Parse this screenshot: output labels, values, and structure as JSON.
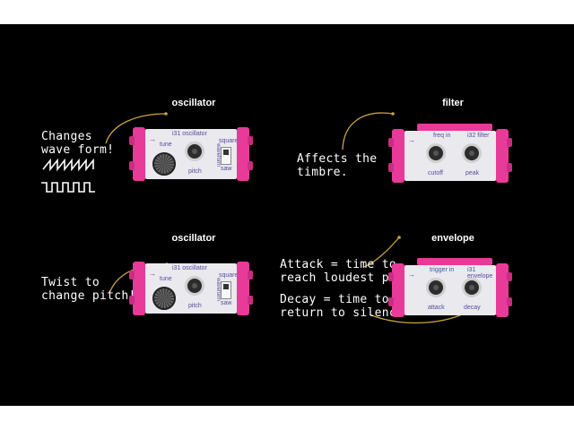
{
  "panels": [
    {
      "title": "oscillator",
      "module": {
        "name": "i31 oscillator",
        "knob": "pitch",
        "wheel": "tune",
        "switch_top": "square",
        "switch_bottom": "saw",
        "switch_side": "waveform"
      },
      "note": "Changes\nwave form!"
    },
    {
      "title": "filter",
      "module": {
        "name": "i32 filter",
        "knob1": "cutoff",
        "knob2": "peak",
        "top": "freq in"
      },
      "note": "Affects the\ntimbre."
    },
    {
      "title": "oscillator",
      "module": {
        "name": "i31 oscillator",
        "knob": "pitch",
        "wheel": "tune",
        "switch_top": "square",
        "switch_bottom": "saw",
        "switch_side": "waveform"
      },
      "note": "Twist to\nchange pitch!"
    },
    {
      "title": "envelope",
      "module": {
        "name": "i31 envelope",
        "knob1": "attack",
        "knob2": "decay",
        "top": "trigger in"
      },
      "note_attack": "Attack = time to\nreach loudest point",
      "note_decay": "Decay = time to\nreturn to silence"
    }
  ],
  "colors": {
    "module_pink": "#e83a98",
    "board": "#e9e9ee",
    "label_purple": "#5a4ca0",
    "curve": "#c9a33a"
  }
}
